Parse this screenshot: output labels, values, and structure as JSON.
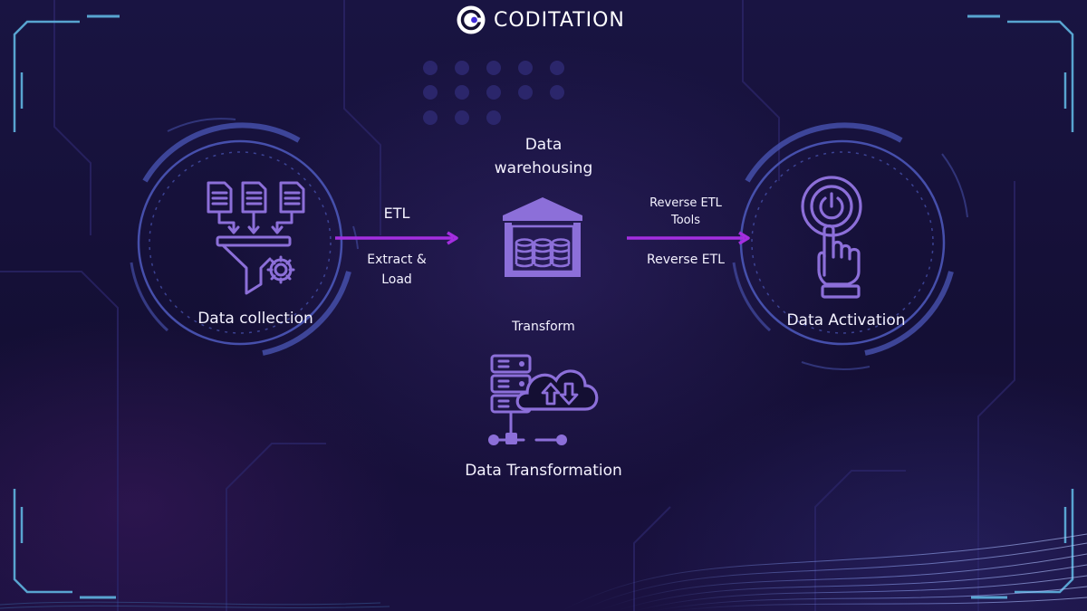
{
  "brand": {
    "name": "CODITATION",
    "logo_icon": "coditation-logo-icon"
  },
  "nodes": {
    "collection": {
      "label": "Data collection",
      "icon": "funnel-documents-icon"
    },
    "warehousing": {
      "label_line1": "Data",
      "label_line2": "warehousing",
      "icon": "warehouse-icon"
    },
    "transformation": {
      "label": "Data Transformation",
      "icon": "cloud-server-icon"
    },
    "activation": {
      "label": "Data Activation",
      "icon": "power-button-hand-icon"
    }
  },
  "edges": {
    "etl": {
      "label": "ETL",
      "sub_line1": "Extract &",
      "sub_line2": "Load"
    },
    "reverse": {
      "label_line1": "Reverse ETL",
      "label_line2": "Tools",
      "sub": "Reverse ETL"
    },
    "transform": {
      "label": "Transform"
    }
  },
  "colors": {
    "background": "#140f33",
    "icon": "#8c6fd9",
    "arrow": "#a42ee0",
    "ring": "#4b57b8",
    "frame": "#5fb4e0"
  }
}
